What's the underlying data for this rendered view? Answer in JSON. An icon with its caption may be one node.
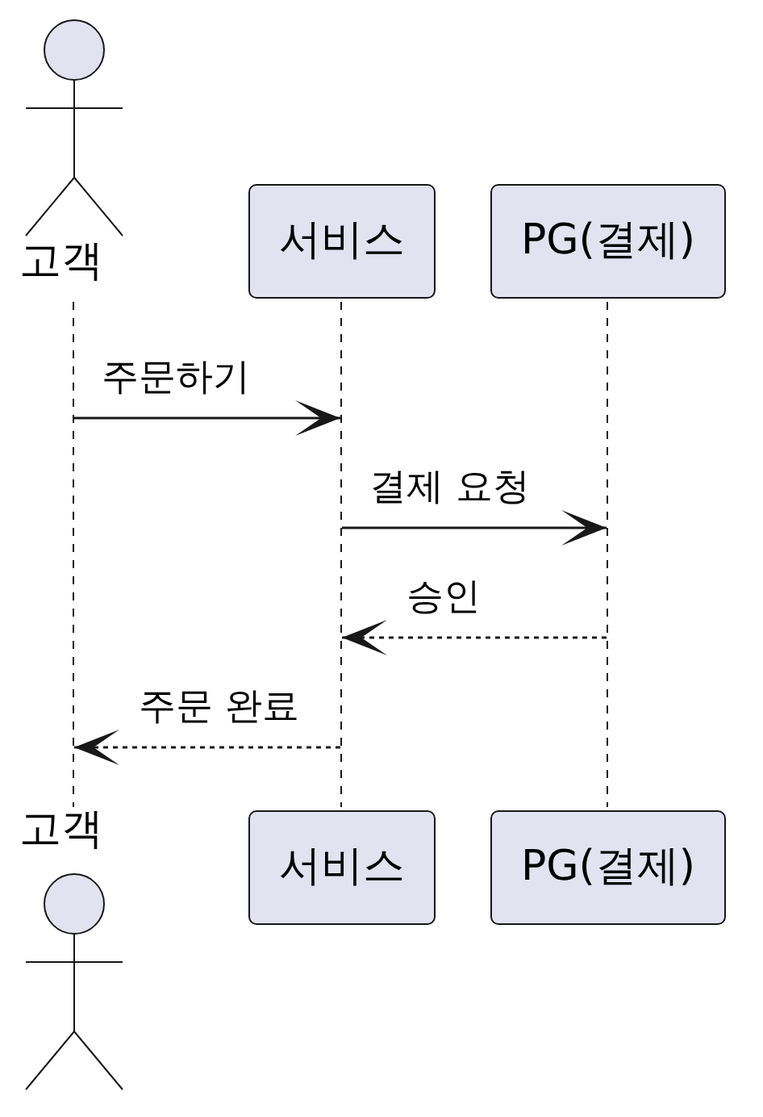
{
  "diagram": {
    "nodes": [
      {
        "text": [
          "고객"
        ]
      },
      {
        "text": [
          "서비스"
        ]
      },
      {
        "text": [
          "PG(결제)"
        ]
      },
      {
        "text": [],
        "shape": "line"
      },
      {
        "text": [],
        "shape": "line"
      },
      {
        "text": [],
        "shape": "line"
      },
      {
        "text": [
          "고객"
        ]
      },
      {
        "text": [
          "서비스"
        ]
      },
      {
        "text": [
          "PG(결제)"
        ]
      }
    ],
    "edges": [
      {
        "from": 3,
        "to": 4,
        "arrow": "to",
        "label": "주문하기"
      },
      {
        "from": 4,
        "to": 5,
        "arrow": "to",
        "label": "결제 요청"
      },
      {
        "from": 5,
        "to": 4,
        "arrow": "to",
        "label": "승인",
        "style": "dashed"
      },
      {
        "from": 4,
        "to": 3,
        "arrow": "to",
        "label": "주문 완료",
        "style": "dashed"
      }
    ]
  }
}
